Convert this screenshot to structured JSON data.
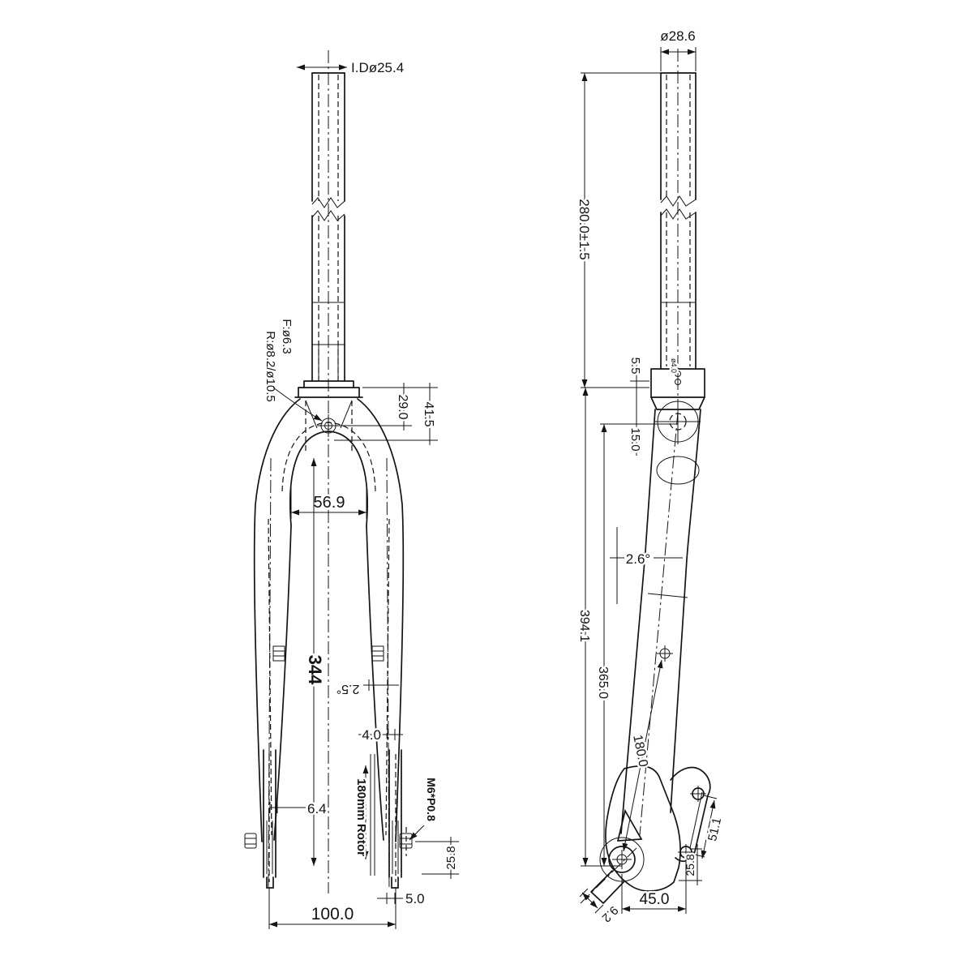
{
  "drawing": {
    "type": "bicycle rigid disc fork technical drawing",
    "views": [
      "front view",
      "side view"
    ]
  },
  "colors": {
    "line": "#141414",
    "background": "#ffffff"
  },
  "labels": {
    "front": {
      "id": "I.Dø25.4",
      "leader1": "F:ø6.3",
      "leader2": "R:ø8.2/ø10.5",
      "d29": "29.0",
      "d41": "41.5",
      "d56": "56.9",
      "d344": "344",
      "a25": "2.5°",
      "d64": "6.4",
      "d40": "4.0",
      "rotor": "180mm Rotor",
      "thread": "M6*P0.8",
      "d258": "25.8",
      "d50": "5.0",
      "d100": "100.0"
    },
    "side": {
      "od": "ø28.6",
      "d280": "280.0±1.5",
      "d55": "5.5",
      "d15": "15.0",
      "d40hole": "ø4.0",
      "a26": "2.6°",
      "d394": "394.1",
      "d365": "365.0",
      "d180": "180.0",
      "d511": "51.1",
      "d258": "25.8",
      "d45": "45.0",
      "d92": "9.2"
    }
  }
}
